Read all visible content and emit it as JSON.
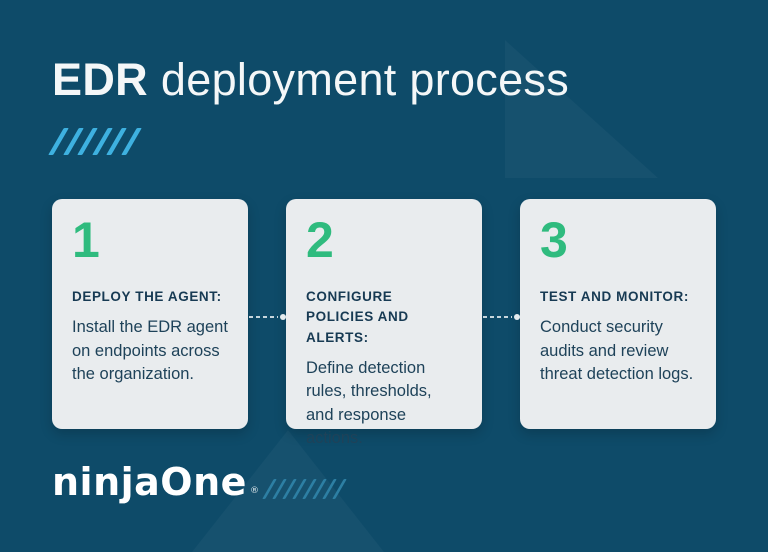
{
  "title": {
    "bold": "EDR",
    "rest": "deployment process"
  },
  "steps": [
    {
      "number": "1",
      "heading": "DEPLOY THE AGENT:",
      "body": "Install the EDR agent on endpoints across the organization."
    },
    {
      "number": "2",
      "heading": "CONFIGURE POLICIES AND ALERTS:",
      "body": "Define detection rules, thresholds, and response actions."
    },
    {
      "number": "3",
      "heading": "TEST AND MONITOR:",
      "body": "Conduct security audits and review threat detection logs."
    }
  ],
  "footer": {
    "logo_text": "ninjaOne",
    "registered_mark": "®"
  },
  "decor": {
    "title_slash_count": 6,
    "footer_slash_count": 8
  },
  "colors": {
    "background": "#0e4b69",
    "card_background": "#e9ecee",
    "accent_green": "#2fbb7e",
    "accent_cyan": "#3eb1e0",
    "footer_slash": "#2d7fa3",
    "text_dark": "#1e4259",
    "title_white": "#f4f7f8"
  }
}
